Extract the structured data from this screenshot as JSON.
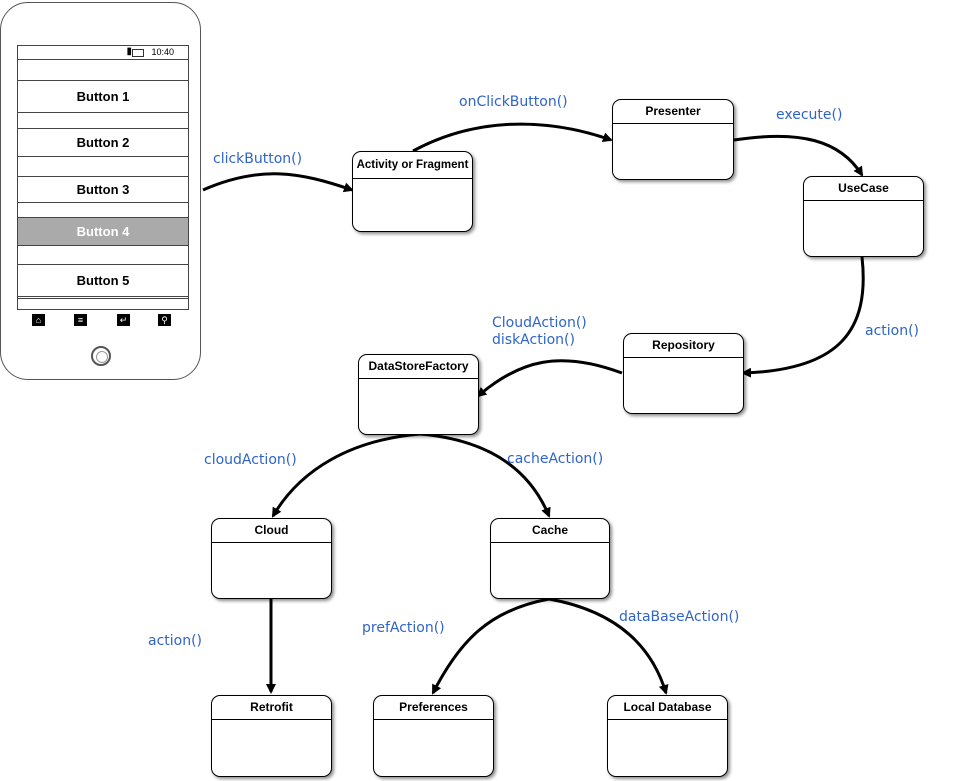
{
  "phone": {
    "status_time": "10:40",
    "buttons": [
      "Button 1",
      "Button 2",
      "Button 3",
      "Button 4",
      "Button 5"
    ],
    "selected_button": "Button 4",
    "nav_icons": [
      "home-icon",
      "menu-icon",
      "back-icon",
      "search-icon"
    ]
  },
  "nodes": {
    "activity": "Activity or Fragment",
    "presenter": "Presenter",
    "usecase": "UseCase",
    "repository": "Repository",
    "datastorefactory": "DataStoreFactory",
    "cloud": "Cloud",
    "cache": "Cache",
    "retrofit": "Retrofit",
    "preferences": "Preferences",
    "localdb": "Local Database"
  },
  "edges": {
    "click_button": "clickButton()",
    "on_click_button": "onClickButton()",
    "execute": "execute()",
    "action_repo": "action()",
    "cloud_action_line1": "CloudAction()",
    "cloud_action_line2": "diskAction()",
    "cloud_action": "cloudAction()",
    "cache_action": "cacheAction()",
    "action_retrofit": "action()",
    "pref_action": "prefAction()",
    "database_action": "dataBaseAction()"
  },
  "colors": {
    "edge_label": "#2f64c8",
    "line": "#000000",
    "selected_button_bg": "#aaaaaa"
  }
}
